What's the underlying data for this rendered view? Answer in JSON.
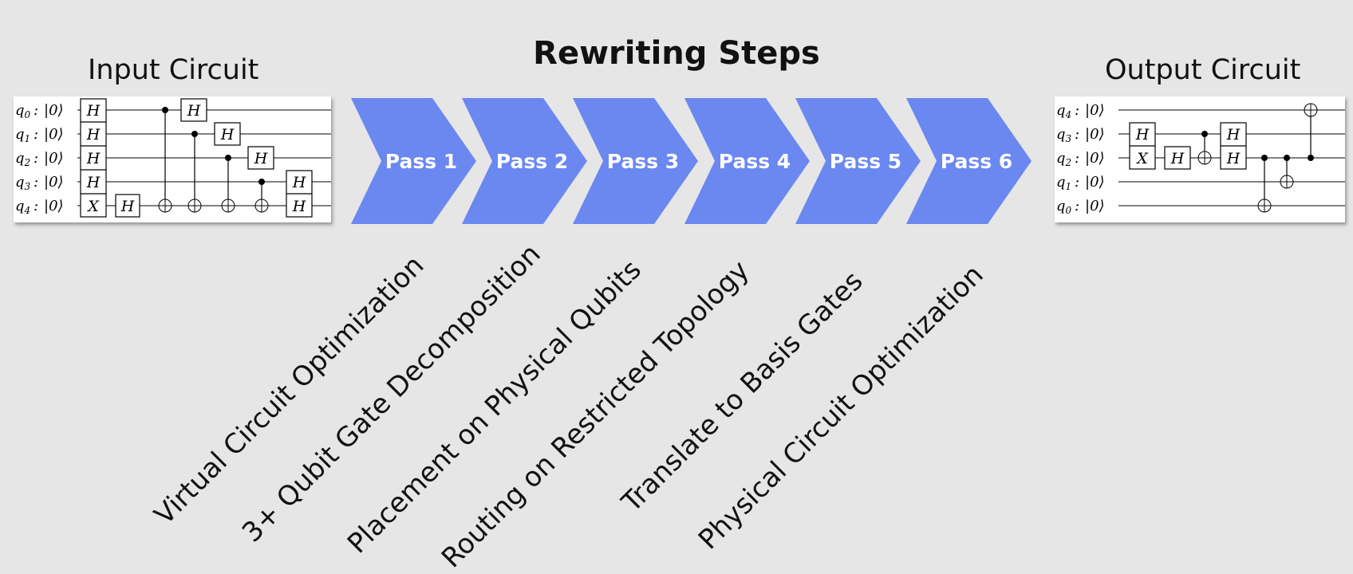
{
  "title": "Rewriting Steps",
  "input_circuit": {
    "title": "Input Circuit",
    "qubits": [
      {
        "name": "q",
        "index": "0",
        "state": "|0⟩"
      },
      {
        "name": "q",
        "index": "1",
        "state": "|0⟩"
      },
      {
        "name": "q",
        "index": "2",
        "state": "|0⟩"
      },
      {
        "name": "q",
        "index": "3",
        "state": "|0⟩"
      },
      {
        "name": "q",
        "index": "4",
        "state": "|0⟩"
      }
    ]
  },
  "output_circuit": {
    "title": "Output Circuit",
    "qubits": [
      {
        "name": "q",
        "index": "4",
        "state": "|0⟩"
      },
      {
        "name": "q",
        "index": "3",
        "state": "|0⟩"
      },
      {
        "name": "q",
        "index": "2",
        "state": "|0⟩"
      },
      {
        "name": "q",
        "index": "1",
        "state": "|0⟩"
      },
      {
        "name": "q",
        "index": "0",
        "state": "|0⟩"
      }
    ]
  },
  "passes": [
    {
      "label": "Pass 1",
      "step": "Virtual Circuit Optimization"
    },
    {
      "label": "Pass 2",
      "step": "3+ Qubit Gate Decomposition"
    },
    {
      "label": "Pass 3",
      "step": "Placement on Physical Qubits"
    },
    {
      "label": "Pass 4",
      "step": "Routing on Restricted Topology"
    },
    {
      "label": "Pass 5",
      "step": "Translate to Basis  Gates"
    },
    {
      "label": "Pass 6",
      "step": "Physical Circuit Optimization"
    }
  ],
  "gates": {
    "h": "H",
    "x": "X"
  },
  "colors": {
    "arrow": "#6b88f0",
    "background": "#e6e6e6",
    "panel": "#ffffff"
  }
}
